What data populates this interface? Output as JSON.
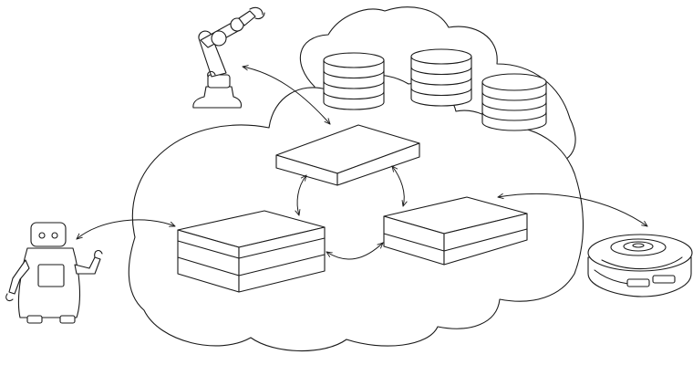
{
  "diagram": {
    "type": "cloud-robotics-architecture",
    "line_color": "#1a1a1a",
    "background": "#ffffff",
    "components": [
      {
        "name": "robot-arm-icon",
        "kind": "industrial robot arm"
      },
      {
        "name": "humanoid-robot-icon",
        "kind": "service robot"
      },
      {
        "name": "vacuum-robot-icon",
        "kind": "robot vacuum cleaner"
      },
      {
        "name": "database-stack-icon",
        "kind": "database cylinders",
        "count": 3
      },
      {
        "name": "server-block-top",
        "kind": "server"
      },
      {
        "name": "server-block-left",
        "kind": "server"
      },
      {
        "name": "server-block-right",
        "kind": "server"
      }
    ],
    "connections": [
      {
        "from": "robot-arm-icon",
        "to": "server-block-top",
        "bidirectional": true
      },
      {
        "from": "humanoid-robot-icon",
        "to": "server-block-left",
        "bidirectional": true
      },
      {
        "from": "vacuum-robot-icon",
        "to": "server-block-right",
        "bidirectional": true
      },
      {
        "from": "server-block-top",
        "to": "server-block-left",
        "bidirectional": true
      },
      {
        "from": "server-block-top",
        "to": "server-block-right",
        "bidirectional": true
      },
      {
        "from": "server-block-left",
        "to": "server-block-right",
        "bidirectional": true
      }
    ]
  }
}
